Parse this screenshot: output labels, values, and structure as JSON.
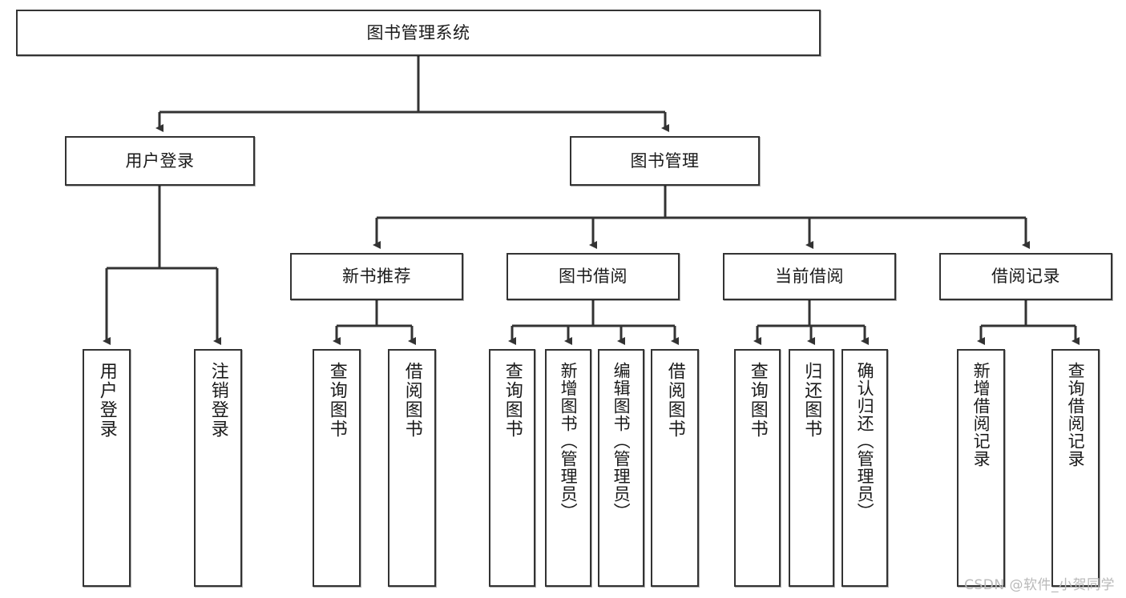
{
  "diagram": {
    "type": "tree",
    "title": "图书管理系统",
    "watermark": "CSDN @软件_小贺同学",
    "colors": {
      "stroke": "#333333",
      "fill": "#ffffff",
      "watermark": "#b9b9b9"
    },
    "nodes": {
      "root": {
        "label": "图书管理系统"
      },
      "level2": [
        {
          "id": "user-login",
          "label": "用户登录"
        },
        {
          "id": "book-management",
          "label": "图书管理"
        }
      ],
      "level3": [
        {
          "id": "new-book-recommend",
          "label": "新书推荐"
        },
        {
          "id": "book-borrow",
          "label": "图书借阅"
        },
        {
          "id": "current-borrow",
          "label": "当前借阅"
        },
        {
          "id": "borrow-record",
          "label": "借阅记录"
        }
      ],
      "leaves": {
        "user_login": [
          {
            "id": "leaf-user-login",
            "label": "用户登录"
          },
          {
            "id": "leaf-logout-login",
            "label": "注销登录"
          }
        ],
        "new_book_recommend": [
          {
            "id": "leaf-query-book-1",
            "label": "查询图书"
          },
          {
            "id": "leaf-borrow-book-1",
            "label": "借阅图书"
          }
        ],
        "book_borrow": [
          {
            "id": "leaf-query-book-2",
            "label": "查询图书"
          },
          {
            "id": "leaf-add-book",
            "label": "新增图书（管理员）"
          },
          {
            "id": "leaf-edit-book",
            "label": "编辑图书（管理员）"
          },
          {
            "id": "leaf-borrow-book-2",
            "label": "借阅图书"
          }
        ],
        "current_borrow": [
          {
            "id": "leaf-query-book-3",
            "label": "查询图书"
          },
          {
            "id": "leaf-return-book",
            "label": "归还图书"
          },
          {
            "id": "leaf-confirm-return",
            "label": "确认归还（管理员）"
          }
        ],
        "borrow_record": [
          {
            "id": "leaf-add-borrow-record",
            "label": "新增借阅记录"
          },
          {
            "id": "leaf-query-borrow-record",
            "label": "查询借阅记录"
          }
        ]
      }
    }
  }
}
